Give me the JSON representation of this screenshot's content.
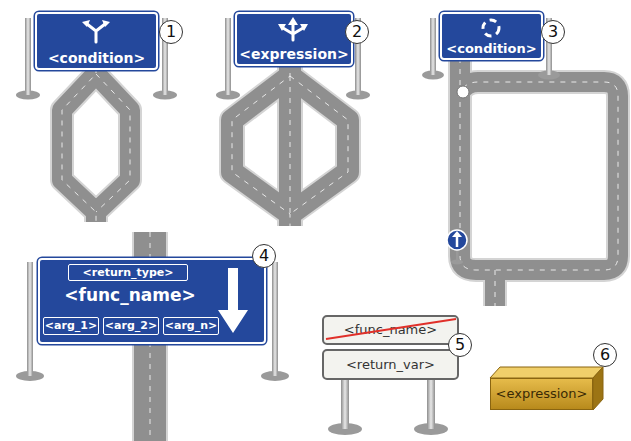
{
  "diagram": {
    "nodes": [
      {
        "text": [
          "<condition>"
        ]
      },
      {
        "text": [
          "<expression>"
        ]
      },
      {
        "text": [
          "<condition>"
        ]
      },
      {
        "text": [
          "<func_name>"
        ]
      },
      {
        "text": [
          "<return_type>"
        ],
        "in": 3
      },
      {
        "text": [
          "<arg_1>"
        ],
        "in": 3
      },
      {
        "text": [
          "<arg_2>"
        ],
        "in": 3
      },
      {
        "text": [
          "<arg_n>"
        ],
        "in": 3
      },
      {
        "text": [
          "<func_name>"
        ]
      },
      {
        "text": [
          "<return_var>"
        ]
      },
      {
        "text": [
          "<expression>"
        ]
      }
    ],
    "labels": [
      "1",
      "2",
      "3",
      "4",
      "5",
      "6"
    ]
  }
}
